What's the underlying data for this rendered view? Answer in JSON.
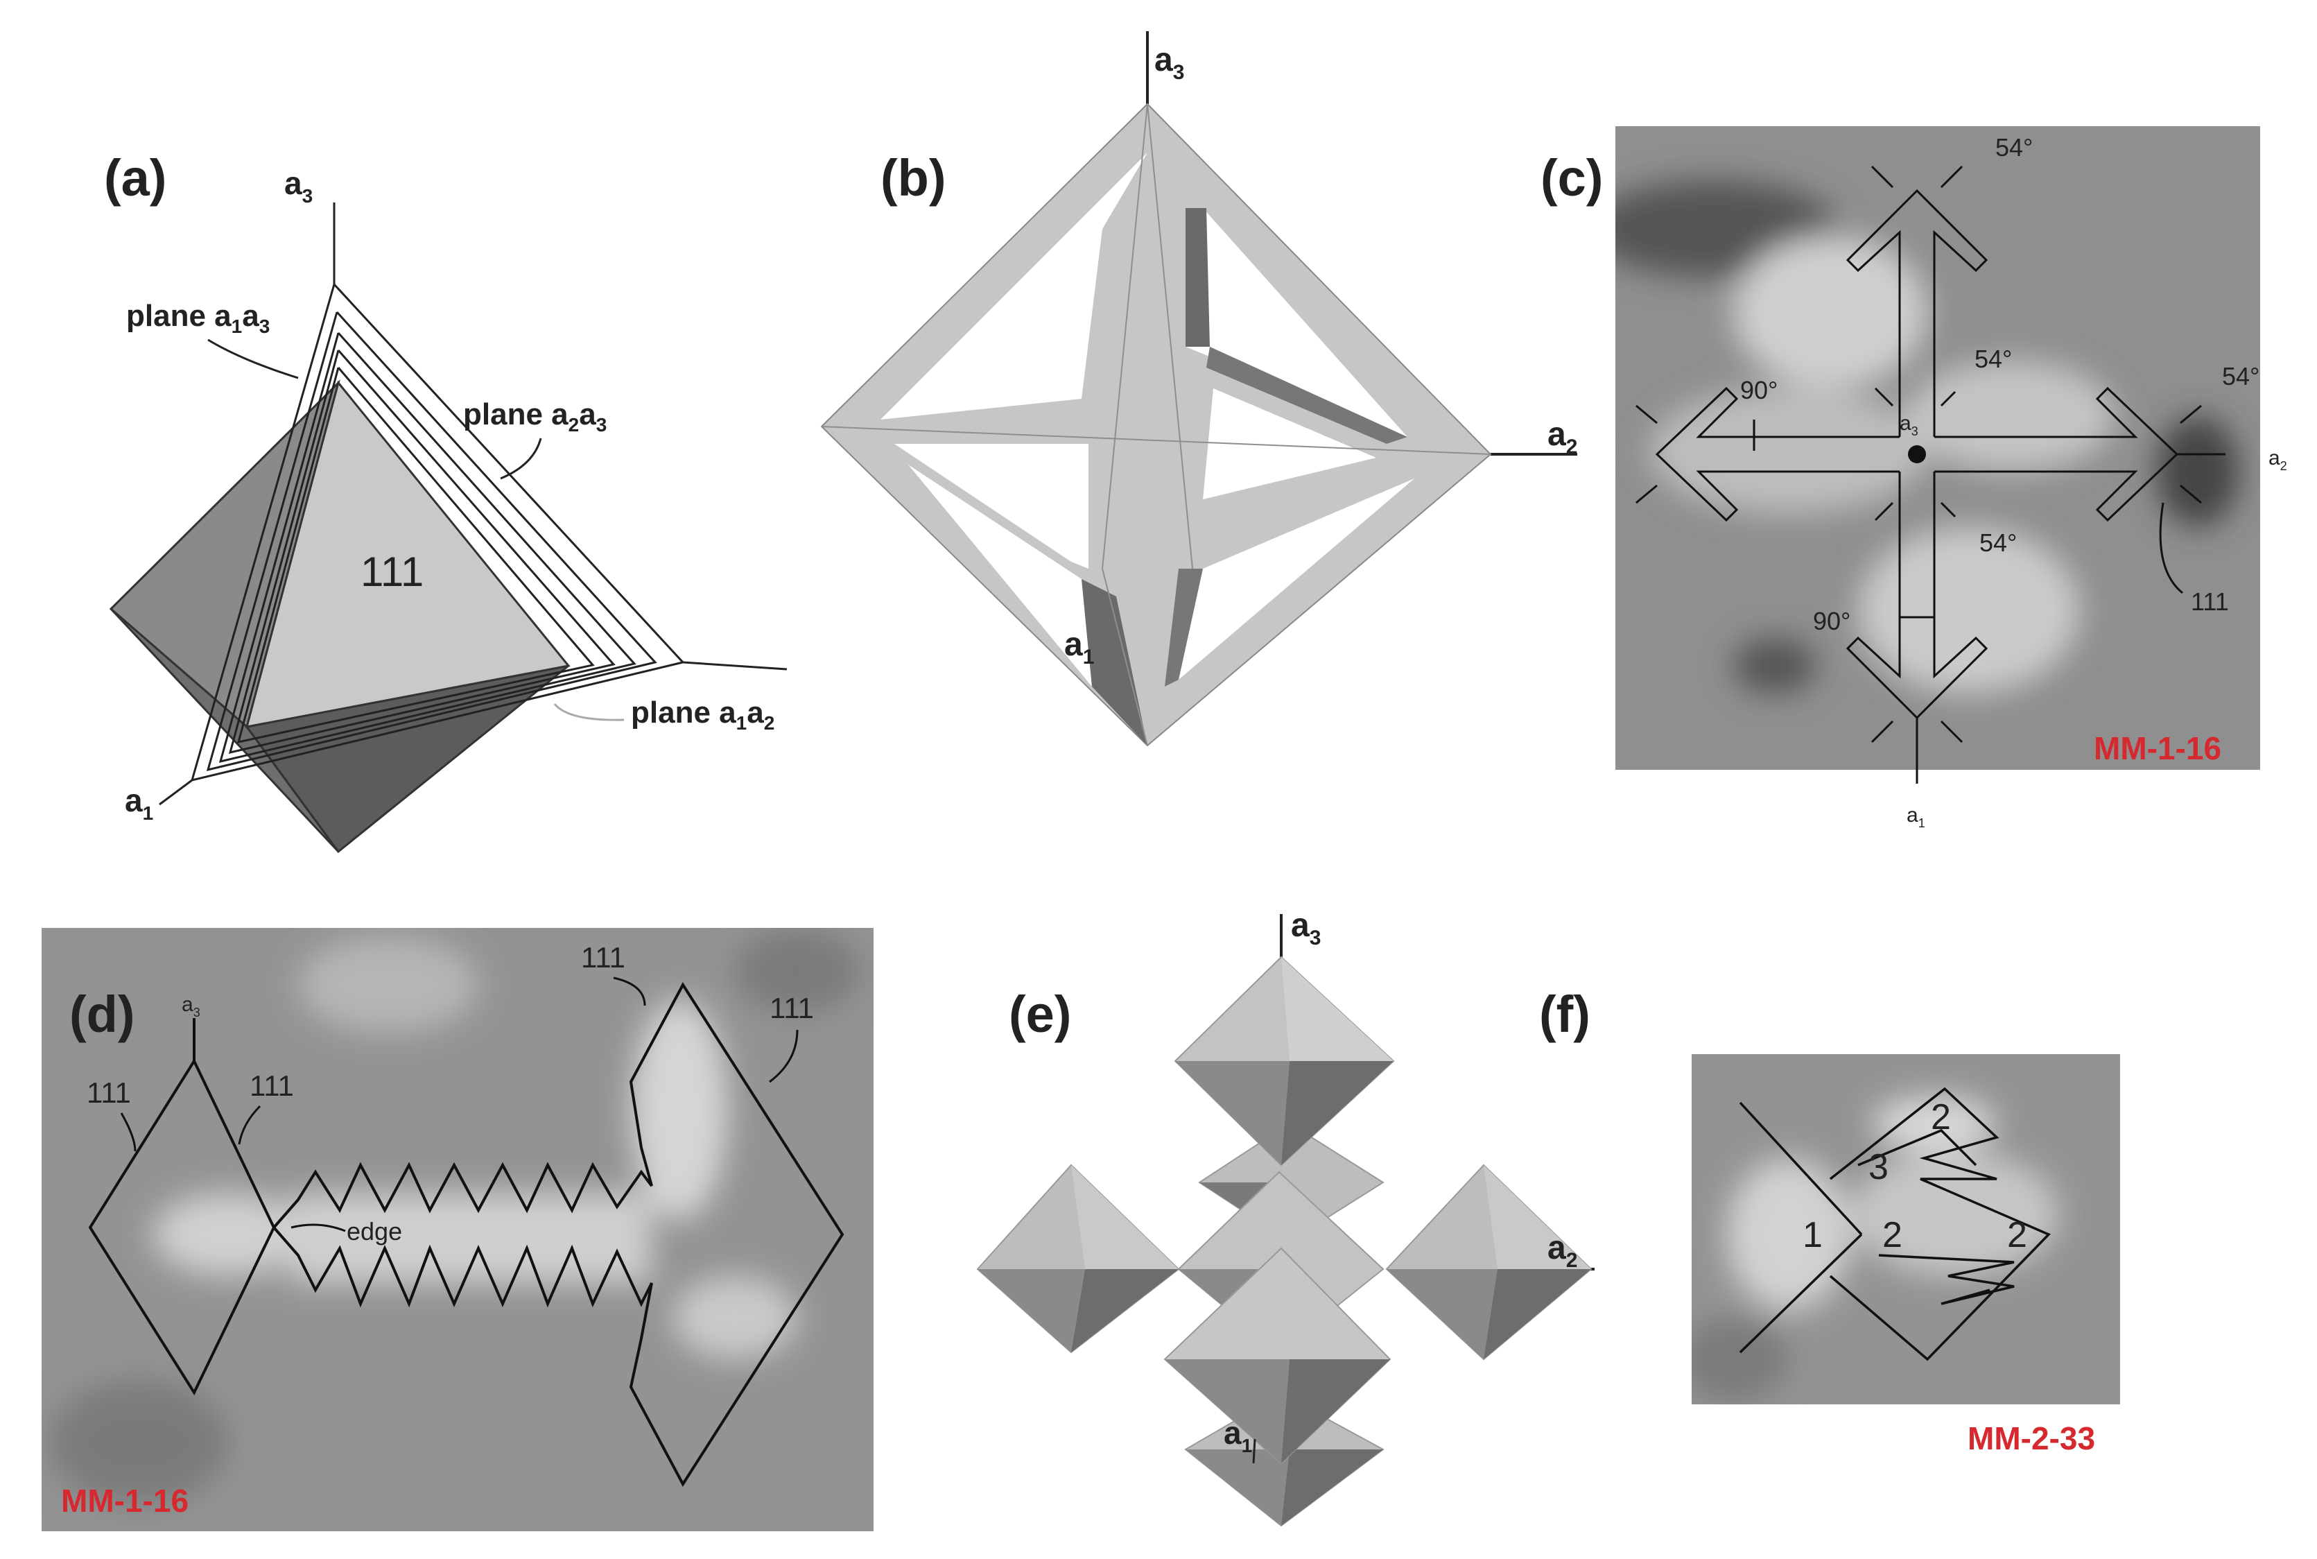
{
  "panels": {
    "a": "(a)",
    "b": "(b)",
    "c": "(c)",
    "d": "(d)",
    "e": "(e)",
    "f": "(f)"
  },
  "axes": {
    "a1": "a",
    "a2": "a",
    "a3": "a",
    "sub1": "1",
    "sub2": "2",
    "sub3": "3"
  },
  "panel_a": {
    "face": "111",
    "plane_a1a3": "plane a",
    "plane_a2a3": "plane a",
    "plane_a1a2": "plane a"
  },
  "panel_c": {
    "angle_54": "54°",
    "angle_90": "90°",
    "face": "111",
    "sample": "MM-1-16"
  },
  "panel_d": {
    "face": "111",
    "edge": "edge",
    "sample": "MM-1-16"
  },
  "panel_f": {
    "n1": "1",
    "n2": "2",
    "n3": "3",
    "sample": "MM-2-33"
  },
  "colors": {
    "sample_label": "#d6282f",
    "face_light": "#c8c8c8",
    "face_dark": "#7a7a7a",
    "ct_background": "#8c8c8c"
  }
}
